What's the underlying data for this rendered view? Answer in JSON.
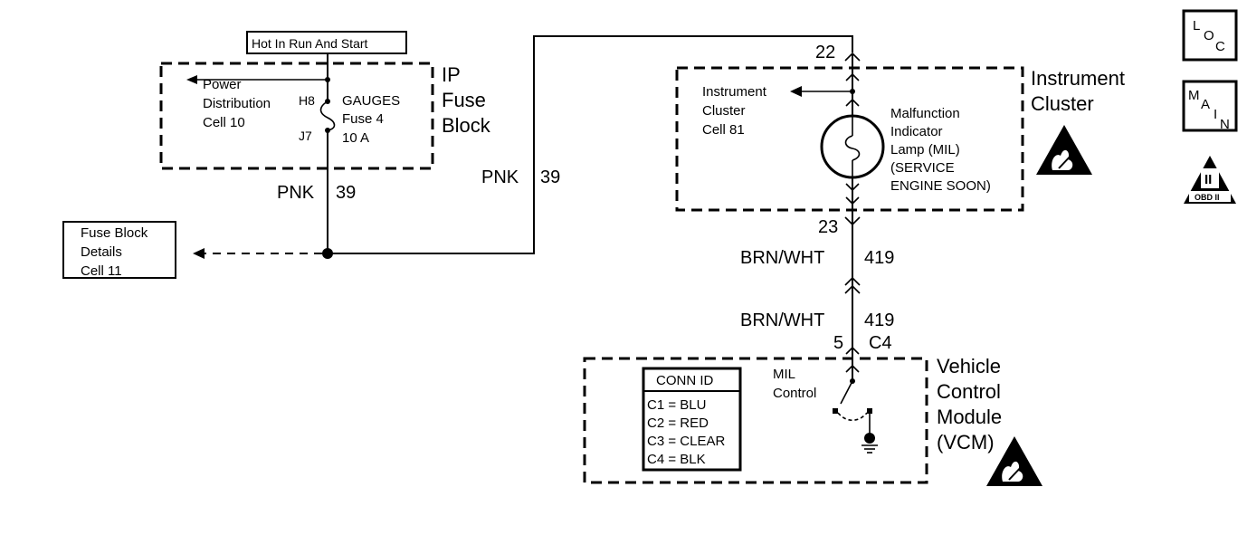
{
  "power_label": "Hot In Run And Start",
  "ip_fuse_block": {
    "title_lines": [
      "IP",
      "Fuse",
      "Block"
    ],
    "power_dist_lines": [
      "Power",
      "Distribution",
      "Cell 10"
    ],
    "pin_top": "H8",
    "pin_bottom": "J7",
    "fuse_lines": [
      "GAUGES",
      "Fuse 4",
      "10 A"
    ]
  },
  "wire_pnk_left": {
    "color": "PNK",
    "circuit": "39"
  },
  "wire_pnk_right": {
    "color": "PNK",
    "circuit": "39"
  },
  "fuse_block_details_lines": [
    "Fuse Block",
    "Details",
    "Cell 11"
  ],
  "instrument_cluster": {
    "title_lines": [
      "Instrument",
      "Cluster"
    ],
    "pin_top": "22",
    "pin_bottom": "23",
    "cell_ref_lines": [
      "Instrument",
      "Cluster",
      "Cell 81"
    ],
    "lamp_lines": [
      "Malfunction",
      "Indicator",
      "Lamp (MIL)",
      "(SERVICE",
      "ENGINE SOON)"
    ]
  },
  "wire_brn_upper": {
    "color": "BRN/WHT",
    "circuit": "419"
  },
  "wire_brn_lower": {
    "color": "BRN/WHT",
    "circuit": "419"
  },
  "vcm_connector": {
    "pin": "5",
    "connector": "C4"
  },
  "vcm": {
    "title_lines": [
      "Vehicle",
      "Control",
      "Module",
      "(VCM)"
    ],
    "mil_control_lines": [
      "MIL",
      "Control"
    ]
  },
  "conn_id": {
    "header": "CONN ID",
    "rows": [
      "C1 = BLU",
      "C2 = RED",
      "C3 = CLEAR",
      "C4 = BLK"
    ]
  },
  "side_icons": {
    "loc": [
      "L",
      "O",
      "C"
    ],
    "main": [
      "M",
      "A",
      "I",
      "N"
    ],
    "obd_numeral": "II",
    "obd_label": "OBD II"
  }
}
